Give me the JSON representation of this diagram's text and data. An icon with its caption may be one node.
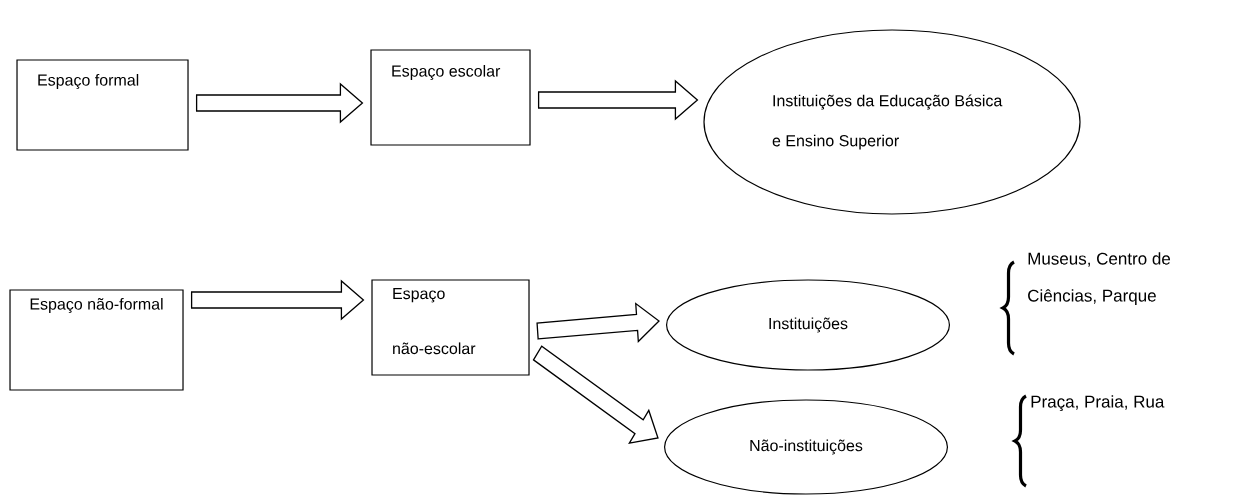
{
  "diagram": {
    "nodes": [
      {
        "text": [
          "Espaço formal"
        ]
      },
      {
        "text": [
          "Espaço escolar"
        ]
      },
      {
        "text": [
          "Instituições da Educação Básica e Ensino Superior"
        ]
      },
      {
        "text": [
          "Espaço não-formal"
        ]
      },
      {
        "text": [
          "Espaço não-escolar"
        ]
      },
      {
        "text": [
          "Instituições"
        ]
      },
      {
        "text": [
          "Não-instituições"
        ]
      }
    ],
    "edges": [
      {
        "from": 0,
        "to": 1,
        "arrow": "to"
      },
      {
        "from": 1,
        "to": 2,
        "arrow": "to"
      },
      {
        "from": 3,
        "to": 4,
        "arrow": "to"
      },
      {
        "from": 4,
        "to": 5,
        "arrow": "to"
      },
      {
        "from": 4,
        "to": 6,
        "arrow": "to"
      }
    ],
    "labels": [
      "Museus, Centro de Ciências, Parque",
      "Praça, Praia, Rua"
    ]
  }
}
